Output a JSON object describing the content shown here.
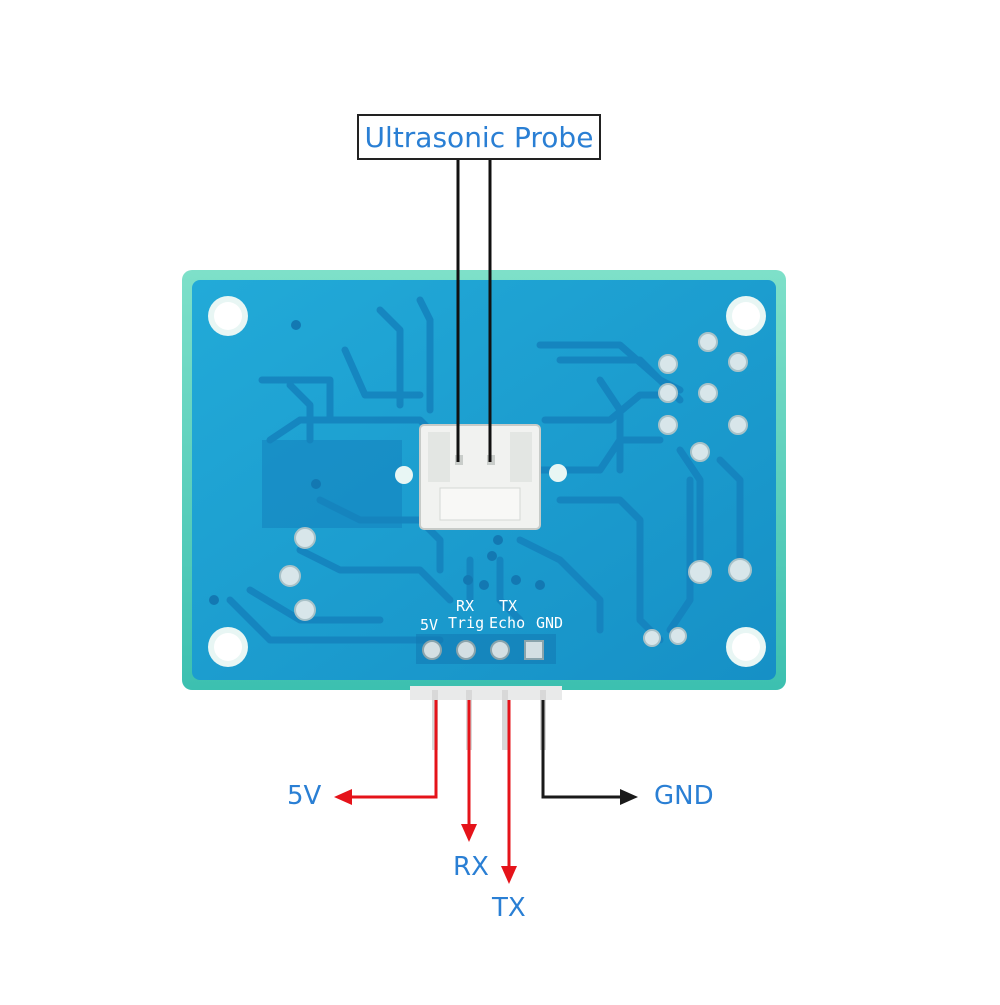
{
  "callout": {
    "title": "Ultrasonic Probe"
  },
  "silkscreen": {
    "rx": "RX",
    "tx": "TX",
    "trig": "Trig",
    "echo": "Echo",
    "v5": "5V",
    "gnd": "GND"
  },
  "pin_labels": {
    "v5": "5V",
    "rx": "RX",
    "tx": "TX",
    "gnd": "GND"
  },
  "colors": {
    "board": "#1a9fd0",
    "trace": "#1483bf",
    "arrow_red": "#e5131a",
    "arrow_black": "#1a1a1a",
    "label_blue": "#2a7fd4"
  }
}
